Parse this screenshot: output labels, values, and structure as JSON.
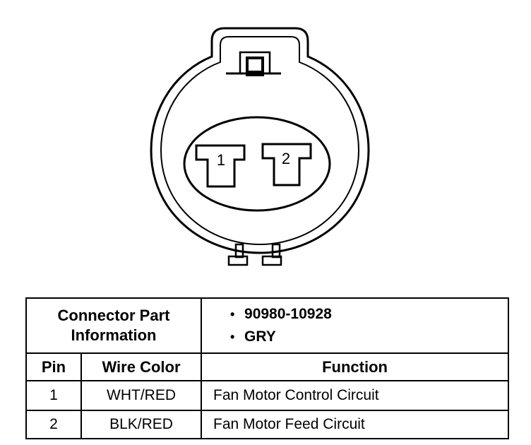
{
  "connector": {
    "pins": [
      {
        "number": "1"
      },
      {
        "number": "2"
      }
    ]
  },
  "part_info": {
    "label": "Connector Part Information",
    "items": [
      "90980-10928",
      "GRY"
    ]
  },
  "table": {
    "headers": {
      "pin": "Pin",
      "wire_color": "Wire Color",
      "function": "Function"
    },
    "rows": [
      {
        "pin": "1",
        "wire_color": "WHT/RED",
        "function": "Fan Motor Control Circuit"
      },
      {
        "pin": "2",
        "wire_color": "BLK/RED",
        "function": "Fan Motor Feed Circuit"
      }
    ]
  }
}
